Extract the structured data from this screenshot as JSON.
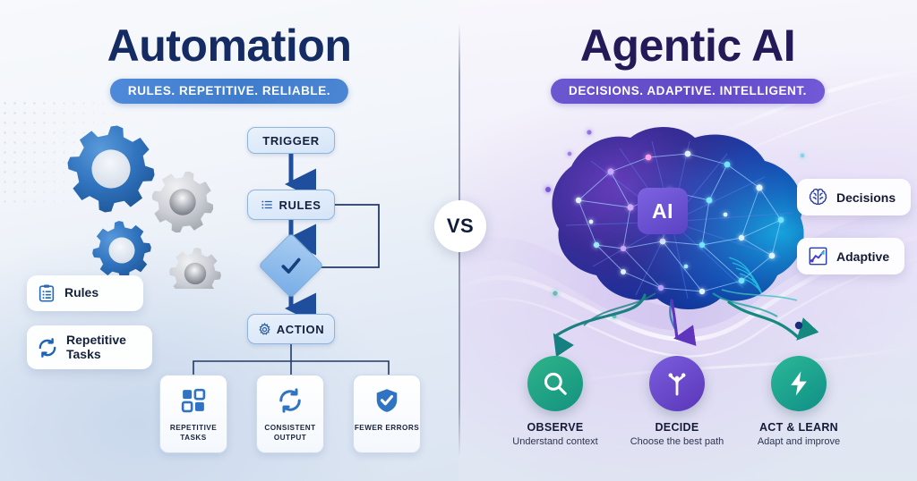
{
  "left": {
    "title": "Automation",
    "pill": "RULES. REPETITIVE. RELIABLE.",
    "flow": {
      "trigger": "TRIGGER",
      "rules": "RULES",
      "decision_icon": "check-icon",
      "action": "ACTION"
    },
    "chips": [
      {
        "label": "Rules",
        "icon": "clipboard-list-icon"
      },
      {
        "label": "Repetitive Tasks",
        "icon": "refresh-cycle-icon"
      }
    ],
    "cards": [
      {
        "title": "REPETITIVE TASKS",
        "icon": "grid-squares-icon"
      },
      {
        "title": "CONSISTENT OUTPUT",
        "icon": "refresh-cycle-icon"
      },
      {
        "title": "FEWER ERRORS",
        "icon": "shield-check-icon"
      }
    ],
    "gears": [
      "large-blue-gear",
      "gray-gear",
      "small-blue-gear",
      "small-gray-gear"
    ]
  },
  "right": {
    "title": "Agentic AI",
    "pill": "DECISIONS. ADAPTIVE. INTELLIGENT.",
    "brain_chip": "AI",
    "badges": [
      {
        "label": "Decisions",
        "icon": "brain-icon"
      },
      {
        "label": "Adaptive",
        "icon": "trending-chart-icon"
      }
    ],
    "steps": [
      {
        "title": "OBSERVE",
        "subtitle": "Understand context",
        "icon": "magnifier-icon"
      },
      {
        "title": "DECIDE",
        "subtitle": "Choose the best path",
        "icon": "branch-fork-icon"
      },
      {
        "title": "ACT & LEARN",
        "subtitle": "Adapt and improve",
        "icon": "lightning-bolt-icon"
      }
    ]
  },
  "center": {
    "vs": "VS"
  },
  "colors": {
    "left_title": "#142c63",
    "right_title": "#241a58",
    "left_pill": "#3f7ccb",
    "right_pill": "#6049c6",
    "flow_node_border": "#8fb4dd",
    "arrow_blue": "#1f4f9c",
    "observe_circle": "#13927f",
    "decide_circle": "#5b36b8",
    "act_circle": "#0f8f86",
    "gear_blue": "#2b6cb8",
    "gear_gray": "#c6c9ce"
  }
}
